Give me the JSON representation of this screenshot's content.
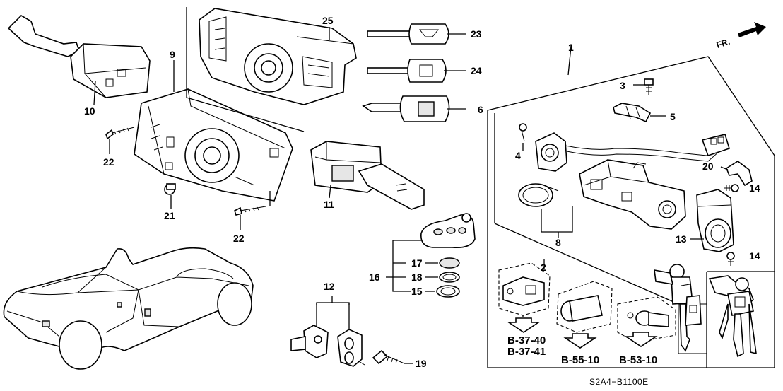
{
  "diagram_code": "S2A4−B1100E",
  "direction_label": "FR.",
  "callouts": {
    "c1": "1",
    "c2": "2",
    "c3": "3",
    "c4": "4",
    "c5": "5",
    "c6": "6",
    "c8": "8",
    "c9": "9",
    "c10": "10",
    "c11": "11",
    "c12": "12",
    "c13": "13",
    "c14a": "14",
    "c14b": "14",
    "c15": "15",
    "c16": "16",
    "c17": "17",
    "c18": "18",
    "c19": "19",
    "c20": "20",
    "c21": "21",
    "c22a": "22",
    "c22b": "22",
    "c23": "23",
    "c24": "24",
    "c25": "25"
  },
  "references": {
    "r1": "B-37-40",
    "r2": "B-37-41",
    "r3": "B-55-10",
    "r4": "B-53-10"
  }
}
